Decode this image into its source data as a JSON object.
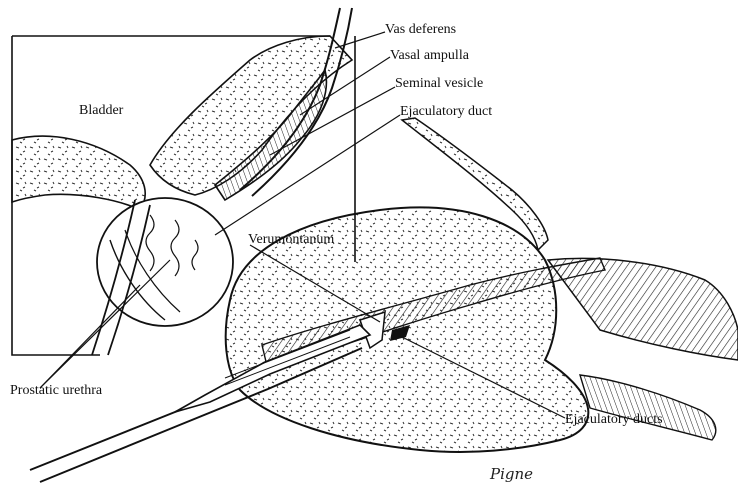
{
  "labels": {
    "bladder": "Bladder",
    "vas_deferens": "Vas deferens",
    "vasal_ampulla": "Vasal ampulla",
    "seminal_vesicle": "Seminal vesicle",
    "ejaculatory_duct": "Ejaculatory duct",
    "verumontanum": "Verumontanum",
    "prostatic_urethra": "Prostatic urethra",
    "ejaculatory_ducts": "Ejaculatory ducts"
  },
  "signature": "Pigne"
}
